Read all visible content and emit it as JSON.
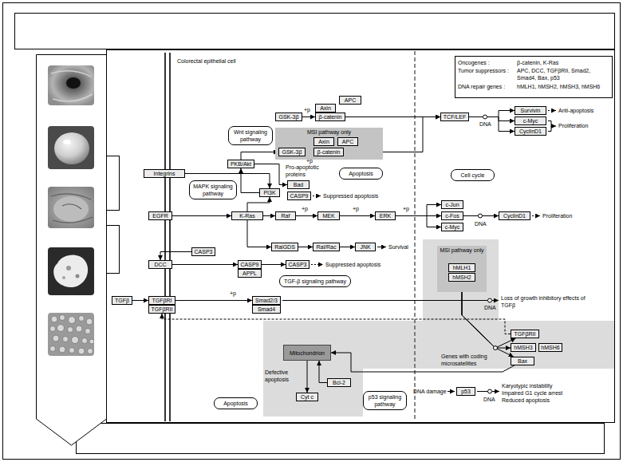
{
  "diagram": {
    "nodes": [
      {
        "text": [
          "APC"
        ]
      },
      {
        "text": [
          "Axin"
        ]
      },
      {
        "text": [
          "GSK-3β"
        ]
      },
      {
        "text": [
          "β-catenin"
        ]
      },
      {
        "text": [
          "Wnt signaling pathway"
        ]
      },
      {
        "text": [
          "MSI pathway only"
        ]
      },
      {
        "text": [
          "Axin"
        ],
        "in": 5
      },
      {
        "text": [
          "APC"
        ],
        "in": 5
      },
      {
        "text": [
          "GSK-3β"
        ],
        "in": 5
      },
      {
        "text": [
          "β-catenin"
        ],
        "in": 5
      },
      {
        "text": [
          "TCF/LEF"
        ]
      },
      {
        "text": [
          "Survivin"
        ]
      },
      {
        "text": [
          "c-Myc"
        ]
      },
      {
        "text": [
          "CyclinD1"
        ]
      },
      {
        "text": [
          "PKB/Akt"
        ]
      },
      {
        "text": [
          "Bad"
        ]
      },
      {
        "text": [
          "CASP9"
        ]
      },
      {
        "text": [
          "Apoptosis"
        ]
      },
      {
        "text": [
          "Cell cycle"
        ]
      },
      {
        "text": [
          "Integrins"
        ]
      },
      {
        "text": [
          "MAPK signaling pathway"
        ]
      },
      {
        "text": [
          "PI3K"
        ]
      },
      {
        "text": [
          "EGFR"
        ]
      },
      {
        "text": [
          "K-Ras"
        ]
      },
      {
        "text": [
          "Raf"
        ]
      },
      {
        "text": [
          "MEK"
        ]
      },
      {
        "text": [
          "ERK"
        ]
      },
      {
        "text": [
          "c-Jun"
        ]
      },
      {
        "text": [
          "c-Fos"
        ]
      },
      {
        "text": [
          "c-Myc"
        ]
      },
      {
        "text": [
          "CyclinD1"
        ]
      },
      {
        "text": [
          "RalGDS"
        ]
      },
      {
        "text": [
          "Ral/Rac"
        ]
      },
      {
        "text": [
          "JNK"
        ]
      },
      {
        "text": [
          "CASP3"
        ]
      },
      {
        "text": [
          "DCC"
        ]
      },
      {
        "text": [
          "CASP9"
        ]
      },
      {
        "text": [
          "APPL"
        ]
      },
      {
        "text": [
          "CASP3"
        ]
      },
      {
        "text": [
          "TGF-β signaling pathway"
        ]
      },
      {
        "text": [
          "MSI pathway only"
        ]
      },
      {
        "text": [
          "hMLH1"
        ],
        "in": 40
      },
      {
        "text": [
          "hMSH2"
        ],
        "in": 40
      },
      {
        "text": [
          "TGFβ"
        ]
      },
      {
        "text": [
          "TGFβRI"
        ]
      },
      {
        "text": [
          "TGFβRII"
        ]
      },
      {
        "text": [
          "Smad2/3"
        ]
      },
      {
        "text": [
          "Smad4"
        ]
      },
      {
        "text": [
          "TGFβRII"
        ]
      },
      {
        "text": [
          "hMSH3"
        ]
      },
      {
        "text": [
          "hMSH6"
        ]
      },
      {
        "text": [
          "Bax"
        ]
      },
      {
        "text": [
          "Mitochondrion"
        ]
      },
      {
        "text": [
          "Bcl-2"
        ]
      },
      {
        "text": [
          "Cyt c"
        ]
      },
      {
        "text": [
          "Apoptosis"
        ]
      },
      {
        "text": [
          "p53 signaling pathway"
        ]
      },
      {
        "text": [
          "p53"
        ]
      }
    ],
    "edges": [
      {
        "from": 2,
        "to": 3,
        "arrow": "to"
      },
      {
        "from": 3,
        "to": 10,
        "arrow": "to"
      },
      {
        "from": 9,
        "to": 10,
        "arrow": "to"
      },
      {
        "from": 10,
        "to": 11,
        "arrow": "to"
      },
      {
        "from": 10,
        "to": 12,
        "arrow": "to"
      },
      {
        "from": 10,
        "to": 13,
        "arrow": "to"
      },
      {
        "from": 14,
        "to": 8,
        "arrow": "to"
      },
      {
        "from": 14,
        "to": 15,
        "arrow": "to"
      },
      {
        "from": 21,
        "to": 14,
        "arrow": "to"
      },
      {
        "from": 19,
        "to": 21,
        "arrow": "to"
      },
      {
        "from": 23,
        "to": 21,
        "arrow": "to"
      },
      {
        "from": 22,
        "to": 23,
        "arrow": "to"
      },
      {
        "from": 23,
        "to": 24,
        "arrow": "to"
      },
      {
        "from": 24,
        "to": 25,
        "arrow": "to"
      },
      {
        "from": 25,
        "to": 26,
        "arrow": "to"
      },
      {
        "from": 26,
        "to": 27,
        "arrow": "to"
      },
      {
        "from": 26,
        "to": 28,
        "arrow": "to"
      },
      {
        "from": 26,
        "to": 29,
        "arrow": "to"
      },
      {
        "from": 28,
        "to": 30,
        "arrow": "to"
      },
      {
        "from": 23,
        "to": 31,
        "arrow": "to"
      },
      {
        "from": 31,
        "to": 32,
        "arrow": "to"
      },
      {
        "from": 32,
        "to": 33,
        "arrow": "to"
      },
      {
        "from": 34,
        "to": 35,
        "arrow": "to"
      },
      {
        "from": 35,
        "to": 36,
        "arrow": "to"
      },
      {
        "from": 36,
        "to": 38,
        "arrow": "to"
      },
      {
        "from": 43,
        "to": 44,
        "arrow": "to"
      },
      {
        "from": 44,
        "to": 46,
        "arrow": "to"
      },
      {
        "from": 42,
        "to": 48,
        "arrow": "to"
      },
      {
        "from": 42,
        "to": 49,
        "arrow": "to"
      },
      {
        "from": 42,
        "to": 51,
        "arrow": "to"
      },
      {
        "from": 48,
        "to": 45,
        "arrow": "to"
      },
      {
        "from": 51,
        "to": 52,
        "arrow": "to"
      },
      {
        "from": 53,
        "to": 52,
        "arrow": "to"
      },
      {
        "from": 52,
        "to": 54,
        "arrow": "to"
      },
      {
        "from": 8,
        "to": 9,
        "arrow": "to"
      }
    ],
    "labels": [
      "Colorectal epithelial cell",
      "Oncogenes :",
      "β-catenin, K-Ras",
      "Tumor suppressors :",
      "APC, DCC, TGFβRII, Smad2, Smad4, Bax, p53",
      "DNA repair genes :",
      "hMLH1, hMSH2, hMSH3, hMSH6",
      "+p",
      "+p",
      "Pro-apoptotic proteins",
      "Suppressed apoptosis",
      "Anti-apoptosis",
      "Proliferation",
      "DNA",
      "+p",
      "+p",
      "+p",
      "DNA",
      "Proliferation",
      "Survival",
      "Suppressed apoptosis",
      "+p",
      "DNA",
      "Loss of growth inhibitory effects of TGFβ",
      "Genes with coding microsatellites",
      "Defective apoptosis",
      "DNA damage",
      "DNA",
      "Karyotypic instability",
      "Impaired G1 cycle arrest",
      "Reduced apoptosis"
    ]
  }
}
